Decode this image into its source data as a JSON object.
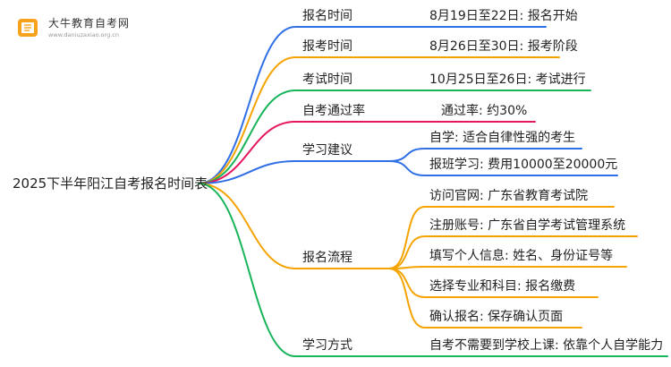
{
  "logo": {
    "title": "大牛教育自考网",
    "url": "www.daniuzaxiao.org.cn"
  },
  "root": "2025下半年阳江自考报名时间表",
  "branches": [
    {
      "label": "报名时间",
      "color": "#2f6fe6",
      "children": [
        "8月19日至22日: 报名开始"
      ]
    },
    {
      "label": "报考时间",
      "color": "#f4a300",
      "children": [
        "8月26日至30日: 报考阶段"
      ]
    },
    {
      "label": "考试时间",
      "color": "#17b45a",
      "children": [
        "10月25日至26日: 考试进行"
      ]
    },
    {
      "label": "自考通过率",
      "color": "#e6175f",
      "children": [
        "通过率: 约30%"
      ]
    },
    {
      "label": "学习建议",
      "color": "#2f6fe6",
      "children": [
        "自学: 适合自律性强的考生",
        "报班学习: 费用10000至20000元"
      ]
    },
    {
      "label": "报名流程",
      "color": "#f4a300",
      "children": [
        "访问官网: 广东省教育考试院",
        "注册账号: 广东省自学考试管理系统",
        "填写个人信息: 姓名、身份证号等",
        "选择专业和科目: 报名缴费",
        "确认报名: 保存确认页面"
      ]
    },
    {
      "label": "学习方式",
      "color": "#17b45a",
      "children": [
        "自考不需要到学校上课: 依靠个人自学能力"
      ]
    }
  ]
}
